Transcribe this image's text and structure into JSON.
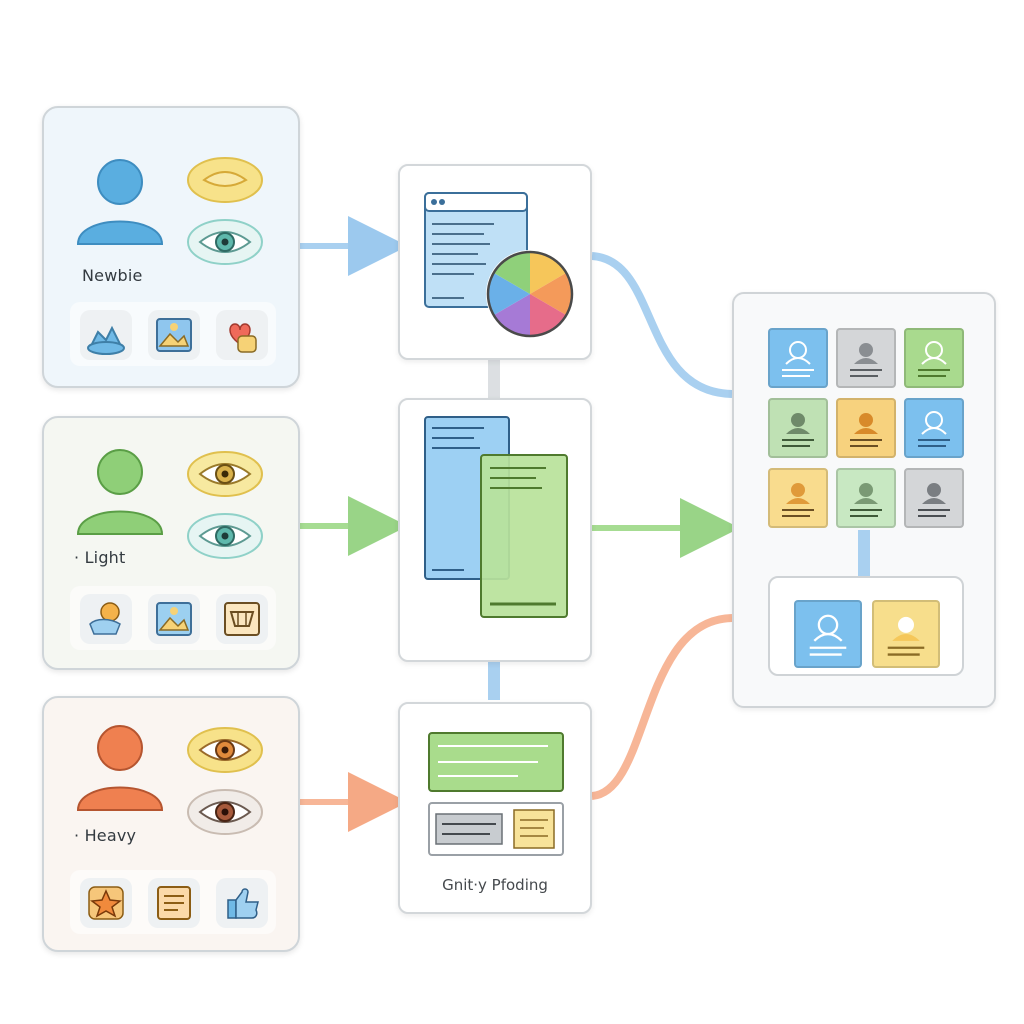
{
  "personas": [
    {
      "label": "Newbie",
      "color": "#5aaee0",
      "bg": "#eff6fb"
    },
    {
      "label": "· Light",
      "color": "#7cc266",
      "bg": "#f5f7f2"
    },
    {
      "label": "· Heavy",
      "color": "#ef8050",
      "bg": "#faf5f1"
    }
  ],
  "middle": {
    "caption": "Gnit·y Pfoding"
  },
  "colors": {
    "blue": "#5aaee0",
    "green": "#8fd07a",
    "orange": "#f4a07c",
    "yellow": "#f6e18a"
  }
}
